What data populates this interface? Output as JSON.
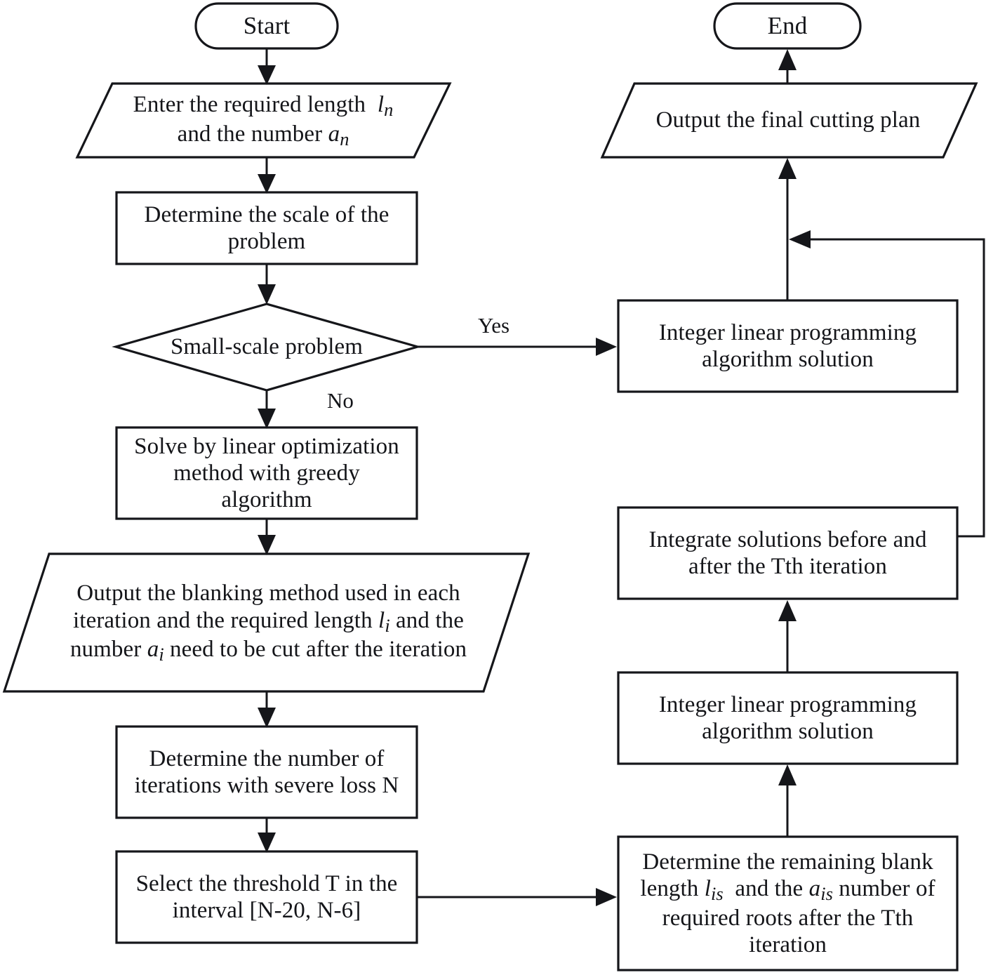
{
  "diagram": {
    "title": "Cutting plan optimization flowchart",
    "background_color": "#ffffff",
    "line_color": "#15161a",
    "text_color": "#141519"
  },
  "nodes": {
    "start": {
      "label": "Start",
      "shape": "terminator"
    },
    "input_length": {
      "line1_a": "Enter the required length",
      "line1_var": "l",
      "line1_sub": "n",
      "line2_a": "and the number",
      "line2_var": "a",
      "line2_sub": "n",
      "shape": "parallelogram"
    },
    "determine_scale": {
      "line1": "Determine the scale of the",
      "line2": "problem",
      "shape": "process"
    },
    "small_scale_decision": {
      "label": "Small-scale problem",
      "shape": "decision"
    },
    "greedy_solve": {
      "line1": "Solve by linear optimization",
      "line2": "method with greedy",
      "line3": "algorithm",
      "shape": "process"
    },
    "output_blanking": {
      "line1": "Output the blanking method used in each",
      "line2_a": "iteration and the required length",
      "line2_var": "l",
      "line2_sub": "i",
      "line2_b": "and the",
      "line3_a": "number",
      "line3_var": "a",
      "line3_sub": "i",
      "line3_b": "need to be cut after the iteration",
      "shape": "parallelogram"
    },
    "determine_iterations": {
      "line1": "Determine the number of",
      "line2": "iterations with severe loss N",
      "shape": "process"
    },
    "select_threshold": {
      "line1": "Select the threshold T in the",
      "line2": "interval [N-20, N-6]",
      "shape": "process"
    },
    "end": {
      "label": "End",
      "shape": "terminator"
    },
    "output_final_plan": {
      "label": "Output the final cutting plan",
      "shape": "parallelogram"
    },
    "ilp_top": {
      "line1": "Integer linear programming",
      "line2": "algorithm solution",
      "shape": "process"
    },
    "integrate_solutions": {
      "line1": "Integrate solutions before and",
      "line2": "after the Tth iteration",
      "shape": "process"
    },
    "ilp_bottom": {
      "line1": "Integer linear programming",
      "line2": "algorithm solution",
      "shape": "process"
    },
    "determine_remaining": {
      "line1": "Determine the remaining blank",
      "line2_a": "length",
      "line2_var1": "l",
      "line2_sub1": "is",
      "line2_b": "and the",
      "line2_var2": "a",
      "line2_sub2": "is",
      "line2_c": "number of",
      "line3": "required roots after the Tth",
      "line4": "iteration",
      "shape": "process"
    }
  },
  "edge_labels": {
    "yes": "Yes",
    "no": "No"
  },
  "chart_data": {
    "type": "flowchart",
    "title": "Cutting plan optimization flowchart",
    "node_order": [
      "Start",
      "Enter the required length ln and the number an",
      "Determine the scale of the problem",
      "Small-scale problem",
      "Solve by linear optimization method with greedy algorithm",
      "Output the blanking method used in each iteration and the required length li and the number ai need to be cut after the iteration",
      "Determine the number of iterations with severe loss N",
      "Select the threshold T in the interval [N-20, N-6]",
      "Determine the remaining blank length lis and the ais number of required roots after the Tth iteration",
      "Integer linear programming algorithm solution",
      "Integrate solutions before and after the Tth iteration",
      "Integer linear programming algorithm solution",
      "Output the final cutting plan",
      "End"
    ],
    "edges": [
      {
        "from": "Start",
        "to": "Enter the required length ln and the number an",
        "label": ""
      },
      {
        "from": "Enter the required length ln and the number an",
        "to": "Determine the scale of the problem",
        "label": ""
      },
      {
        "from": "Determine the scale of the problem",
        "to": "Small-scale problem",
        "label": ""
      },
      {
        "from": "Small-scale problem",
        "to": "Integer linear programming algorithm solution (top right)",
        "label": "Yes"
      },
      {
        "from": "Small-scale problem",
        "to": "Solve by linear optimization method with greedy algorithm",
        "label": "No"
      },
      {
        "from": "Solve by linear optimization method with greedy algorithm",
        "to": "Output the blanking method used in each iteration and the required length li and the number ai need to be cut after the iteration",
        "label": ""
      },
      {
        "from": "Output the blanking method used in each iteration and the required length li and the number ai need to be cut after the iteration",
        "to": "Determine the number of iterations with severe loss N",
        "label": ""
      },
      {
        "from": "Determine the number of iterations with severe loss N",
        "to": "Select the threshold T in the interval [N-20, N-6]",
        "label": ""
      },
      {
        "from": "Select the threshold T in the interval [N-20, N-6]",
        "to": "Determine the remaining blank length lis and the ais number of required roots after the Tth iteration",
        "label": ""
      },
      {
        "from": "Determine the remaining blank length lis and the ais number of required roots after the Tth iteration",
        "to": "Integer linear programming algorithm solution (bottom right)",
        "label": ""
      },
      {
        "from": "Integer linear programming algorithm solution (bottom right)",
        "to": "Integrate solutions before and after the Tth iteration",
        "label": ""
      },
      {
        "from": "Integrate solutions before and after the Tth iteration",
        "to": "Output the final cutting plan (via right loop)",
        "label": ""
      },
      {
        "from": "Integer linear programming algorithm solution (top right)",
        "to": "Output the final cutting plan",
        "label": ""
      },
      {
        "from": "Output the final cutting plan",
        "to": "End",
        "label": ""
      }
    ]
  }
}
